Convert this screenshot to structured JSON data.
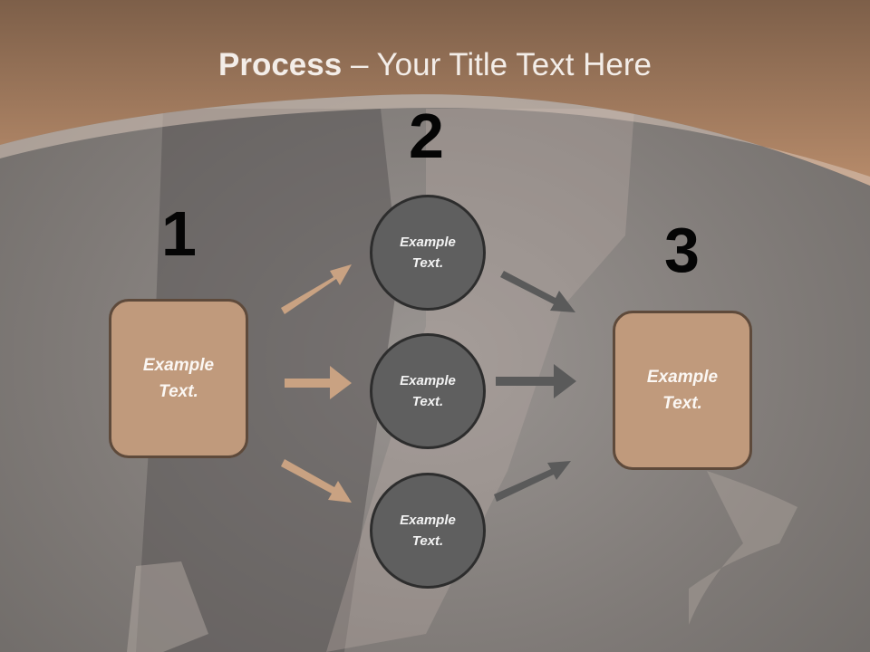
{
  "slide": {
    "title_bold": "Process",
    "title_rest": " – Your Title Text Here"
  },
  "steps": {
    "one": {
      "number": "1",
      "text": "Example Text."
    },
    "two": {
      "number": "2"
    },
    "three": {
      "number": "3",
      "text": "Example Text."
    }
  },
  "circles": [
    {
      "text": "Example Text."
    },
    {
      "text": "Example Text."
    },
    {
      "text": "Example Text."
    }
  ],
  "colors": {
    "header": "#a57d60",
    "box_fill": "#c09a7c",
    "circle_fill": "#5f5f5f",
    "arrow_tan": "#c9a282",
    "arrow_gray": "#5a5a5a"
  }
}
